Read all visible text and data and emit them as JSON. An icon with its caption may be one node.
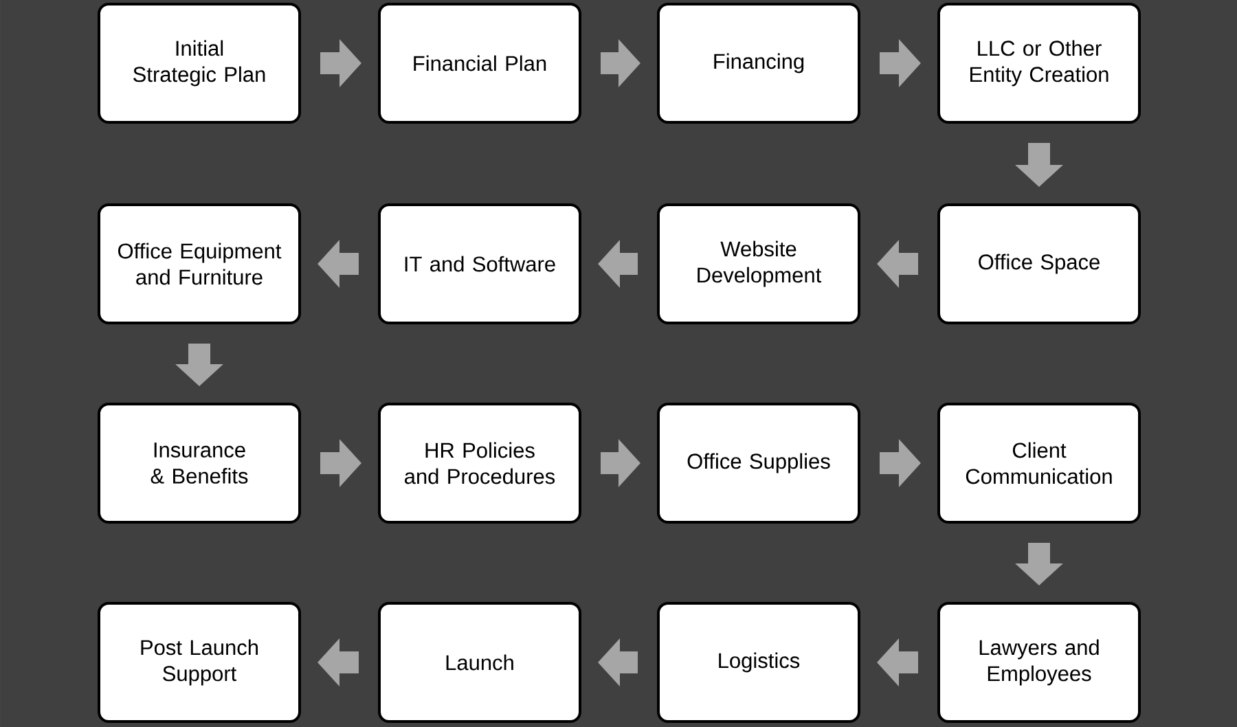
{
  "diagram": {
    "nodes": [
      {
        "text": [
          "Initial Strategic Plan"
        ]
      },
      {
        "text": [
          "Financial Plan"
        ]
      },
      {
        "text": [
          "Financing"
        ]
      },
      {
        "text": [
          "LLC or Other Entity Creation"
        ]
      },
      {
        "text": [
          "Office Space"
        ]
      },
      {
        "text": [
          "Website Development"
        ]
      },
      {
        "text": [
          "IT and Software"
        ]
      },
      {
        "text": [
          "Office Equipment and Furniture"
        ]
      },
      {
        "text": [
          "Insurance & Benefits"
        ]
      },
      {
        "text": [
          "HR Policies and Procedures"
        ]
      },
      {
        "text": [
          "Office Supplies"
        ]
      },
      {
        "text": [
          "Client Communication"
        ]
      },
      {
        "text": [
          "Lawyers and Employees"
        ]
      },
      {
        "text": [
          "Logistics"
        ]
      },
      {
        "text": [
          "Launch"
        ]
      },
      {
        "text": [
          "Post Launch Support"
        ]
      }
    ],
    "edges": [
      {
        "from": 0,
        "to": 1,
        "arrow": "to"
      },
      {
        "from": 1,
        "to": 2,
        "arrow": "to"
      },
      {
        "from": 2,
        "to": 3,
        "arrow": "to"
      },
      {
        "from": 3,
        "to": 4,
        "arrow": "to"
      },
      {
        "from": 4,
        "to": 5,
        "arrow": "to"
      },
      {
        "from": 5,
        "to": 6,
        "arrow": "to"
      },
      {
        "from": 6,
        "to": 7,
        "arrow": "to"
      },
      {
        "from": 7,
        "to": 8,
        "arrow": "to"
      },
      {
        "from": 8,
        "to": 9,
        "arrow": "to"
      },
      {
        "from": 9,
        "to": 10,
        "arrow": "to"
      },
      {
        "from": 10,
        "to": 11,
        "arrow": "to"
      },
      {
        "from": 11,
        "to": 12,
        "arrow": "to"
      },
      {
        "from": 12,
        "to": 13,
        "arrow": "to"
      },
      {
        "from": 13,
        "to": 14,
        "arrow": "to"
      },
      {
        "from": 14,
        "to": 15,
        "arrow": "to"
      }
    ]
  }
}
